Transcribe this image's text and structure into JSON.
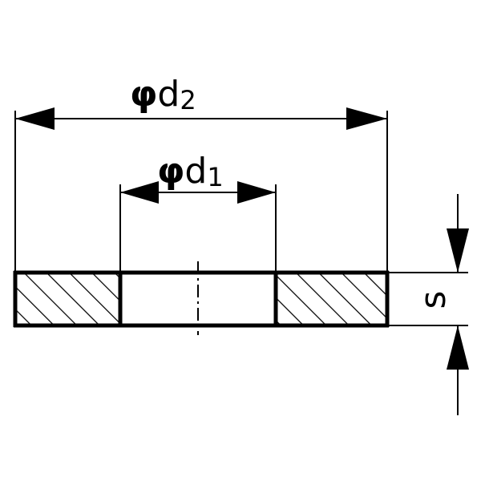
{
  "labels": {
    "outer_diameter": {
      "symbol": "φ",
      "base": "d",
      "subscript": "2"
    },
    "inner_diameter": {
      "symbol": "φ",
      "base": "d",
      "subscript": "1"
    },
    "thickness": "s"
  },
  "colors": {
    "line": "#000000",
    "background": "#ffffff"
  }
}
